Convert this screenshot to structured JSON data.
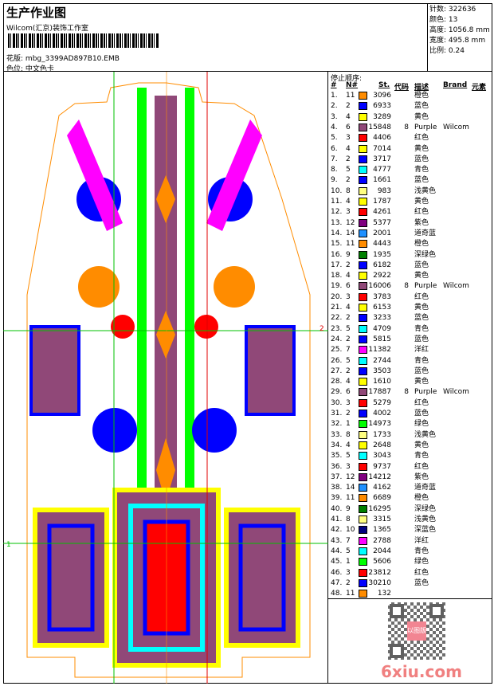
{
  "header": {
    "title": "生产作业图",
    "studio": "Wilcom(汇京)装饰工作室",
    "file_label": "花版:",
    "file": "mbg_3399AD897B10.EMB",
    "colorset_label": "色位:",
    "colorset": "中文色卡"
  },
  "info": [
    {
      "label": "针数:",
      "value": "322636"
    },
    {
      "label": "颜色:",
      "value": "13"
    },
    {
      "label": "高度:",
      "value": "1056.8 mm"
    },
    {
      "label": "宽度:",
      "value": "495.8 mm"
    },
    {
      "label": "比例:",
      "value": "0.24"
    }
  ],
  "table": {
    "stop_order_label": "停止顺序:",
    "headers": {
      "num": "#",
      "needle": "N#",
      "st": "St.",
      "code": "代码",
      "desc": "描述",
      "brand": "Brand",
      "element": "元素"
    },
    "rows": [
      [
        "1.",
        "11",
        "#ff8c00",
        "3096",
        "",
        "橙色",
        ""
      ],
      [
        "2.",
        "2",
        "#0000ff",
        "6933",
        "",
        "蓝色",
        ""
      ],
      [
        "3.",
        "4",
        "#ffff00",
        "3289",
        "",
        "黄色",
        ""
      ],
      [
        "4.",
        "6",
        "#904878",
        "15848",
        "8",
        "Purple",
        "Wilcom"
      ],
      [
        "5.",
        "3",
        "#ff0000",
        "4406",
        "",
        "红色",
        ""
      ],
      [
        "6.",
        "4",
        "#ffff00",
        "7014",
        "",
        "黄色",
        ""
      ],
      [
        "7.",
        "2",
        "#0000ff",
        "3717",
        "",
        "蓝色",
        ""
      ],
      [
        "8.",
        "5",
        "#00ffff",
        "4777",
        "",
        "青色",
        ""
      ],
      [
        "9.",
        "2",
        "#0000ff",
        "1661",
        "",
        "蓝色",
        ""
      ],
      [
        "10.",
        "8",
        "#ffff80",
        "983",
        "",
        "浅黄色",
        ""
      ],
      [
        "11.",
        "4",
        "#ffff00",
        "1787",
        "",
        "黄色",
        ""
      ],
      [
        "12.",
        "3",
        "#ff0000",
        "4261",
        "",
        "红色",
        ""
      ],
      [
        "13.",
        "12",
        "#800080",
        "5377",
        "",
        "紫色",
        ""
      ],
      [
        "14.",
        "14",
        "#1e90ff",
        "2001",
        "",
        "道奇蓝",
        ""
      ],
      [
        "15.",
        "11",
        "#ff8c00",
        "4443",
        "",
        "橙色",
        ""
      ],
      [
        "16.",
        "9",
        "#008000",
        "1935",
        "",
        "深绿色",
        ""
      ],
      [
        "17.",
        "2",
        "#0000ff",
        "6182",
        "",
        "蓝色",
        ""
      ],
      [
        "18.",
        "4",
        "#ffff00",
        "2922",
        "",
        "黄色",
        ""
      ],
      [
        "19.",
        "6",
        "#904878",
        "16006",
        "8",
        "Purple",
        "Wilcom"
      ],
      [
        "20.",
        "3",
        "#ff0000",
        "3783",
        "",
        "红色",
        ""
      ],
      [
        "21.",
        "4",
        "#ffff00",
        "6153",
        "",
        "黄色",
        ""
      ],
      [
        "22.",
        "2",
        "#0000ff",
        "3233",
        "",
        "蓝色",
        ""
      ],
      [
        "23.",
        "5",
        "#00ffff",
        "4709",
        "",
        "青色",
        ""
      ],
      [
        "24.",
        "2",
        "#0000ff",
        "5815",
        "",
        "蓝色",
        ""
      ],
      [
        "25.",
        "7",
        "#ff00ff",
        "11382",
        "",
        "洋红",
        ""
      ],
      [
        "26.",
        "5",
        "#00ffff",
        "2744",
        "",
        "青色",
        ""
      ],
      [
        "27.",
        "2",
        "#0000ff",
        "3503",
        "",
        "蓝色",
        ""
      ],
      [
        "28.",
        "4",
        "#ffff00",
        "1610",
        "",
        "黄色",
        ""
      ],
      [
        "29.",
        "6",
        "#904878",
        "17887",
        "8",
        "Purple",
        "Wilcom"
      ],
      [
        "30.",
        "3",
        "#ff0000",
        "5279",
        "",
        "红色",
        ""
      ],
      [
        "31.",
        "2",
        "#0000ff",
        "4002",
        "",
        "蓝色",
        ""
      ],
      [
        "32.",
        "1",
        "#00ff00",
        "14973",
        "",
        "绿色",
        ""
      ],
      [
        "33.",
        "8",
        "#ffff80",
        "1733",
        "",
        "浅黄色",
        ""
      ],
      [
        "34.",
        "4",
        "#ffff00",
        "2648",
        "",
        "黄色",
        ""
      ],
      [
        "35.",
        "5",
        "#00ffff",
        "3043",
        "",
        "青色",
        ""
      ],
      [
        "36.",
        "3",
        "#ff0000",
        "9737",
        "",
        "红色",
        ""
      ],
      [
        "37.",
        "12",
        "#800080",
        "14212",
        "",
        "紫色",
        ""
      ],
      [
        "38.",
        "14",
        "#1e90ff",
        "4162",
        "",
        "道奇蓝",
        ""
      ],
      [
        "39.",
        "11",
        "#ff8c00",
        "6689",
        "",
        "橙色",
        ""
      ],
      [
        "40.",
        "9",
        "#008000",
        "16295",
        "",
        "深绿色",
        ""
      ],
      [
        "41.",
        "8",
        "#ffff80",
        "3315",
        "",
        "浅黄色",
        ""
      ],
      [
        "42.",
        "10",
        "#000080",
        "1365",
        "",
        "深蓝色",
        ""
      ],
      [
        "43.",
        "7",
        "#ff00ff",
        "2788",
        "",
        "洋红",
        ""
      ],
      [
        "44.",
        "5",
        "#00ffff",
        "2044",
        "",
        "青色",
        ""
      ],
      [
        "45.",
        "1",
        "#00ff00",
        "5606",
        "",
        "绿色",
        ""
      ],
      [
        "46.",
        "3",
        "#ff0000",
        "23812",
        "",
        "红色",
        ""
      ],
      [
        "47.",
        "2",
        "#0000ff",
        "30210",
        "",
        "蓝色",
        ""
      ],
      [
        "48.",
        "11",
        "#ff8c00",
        "132",
        "",
        "",
        ""
      ]
    ]
  },
  "design": {
    "marker_1": "1",
    "marker_2": "2"
  },
  "watermark": {
    "site": "6xiu.com",
    "stamp": "以图版"
  }
}
